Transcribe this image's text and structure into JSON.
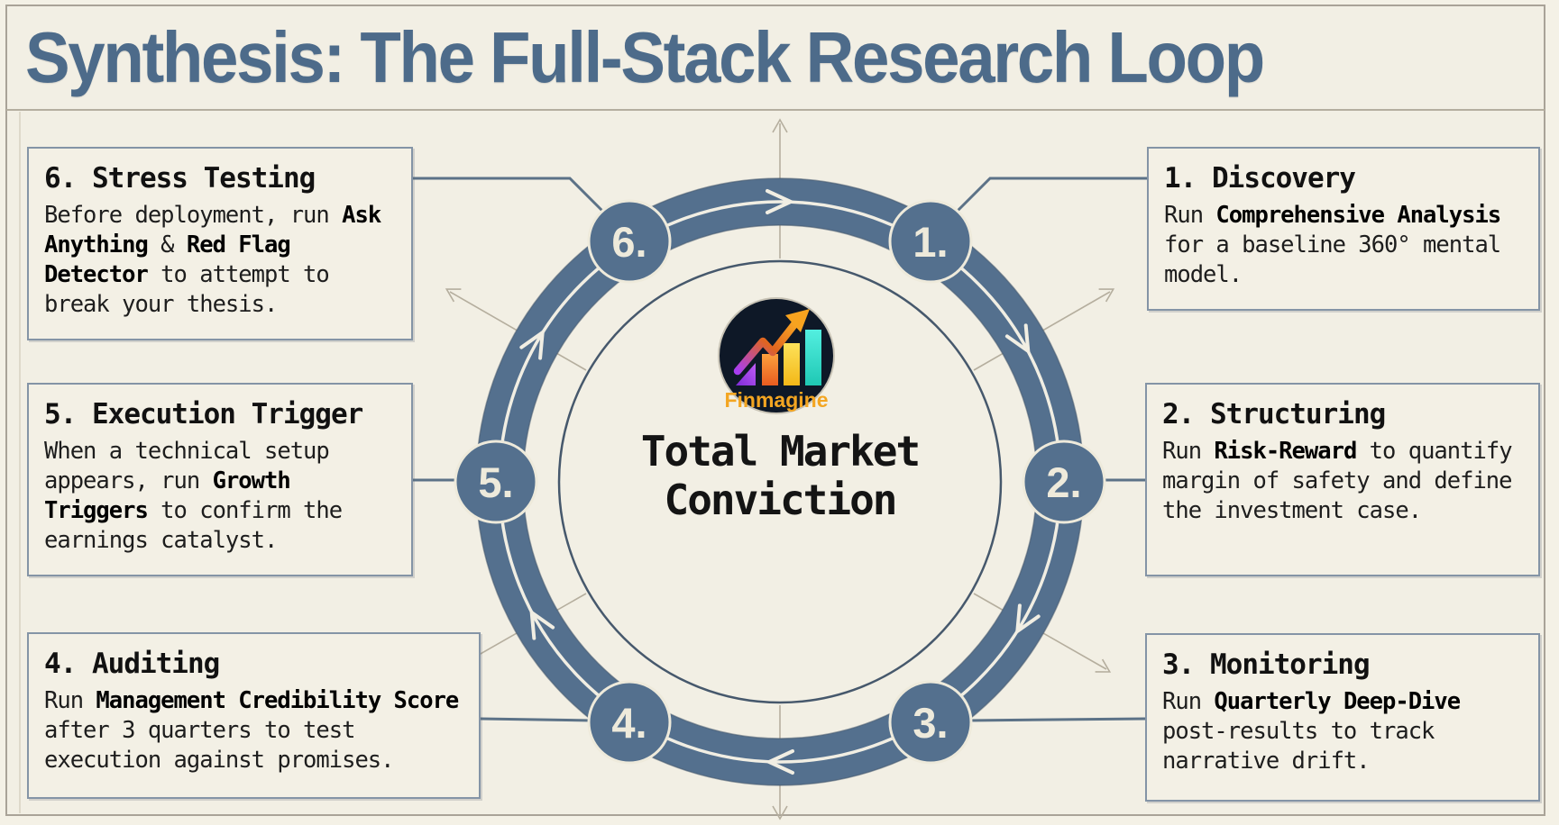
{
  "title": "Synthesis: The Full-Stack Research Loop",
  "diagram": {
    "flow_direction": "clockwise",
    "center": {
      "logo_text": "Finmagine",
      "line1": "Total Market",
      "line2": "Conviction"
    },
    "nodes": [
      {
        "label": "1."
      },
      {
        "label": "2."
      },
      {
        "label": "3."
      },
      {
        "label": "4."
      },
      {
        "label": "5."
      },
      {
        "label": "6."
      }
    ]
  },
  "boxes": [
    {
      "title": "1. Discovery",
      "desc": [
        {
          "t": "Run "
        },
        {
          "t": "Comprehensive Analysis",
          "b": true
        },
        {
          "t": " for a baseline 360° mental model."
        }
      ]
    },
    {
      "title": "2. Structuring",
      "desc": [
        {
          "t": "Run "
        },
        {
          "t": "Risk-Reward",
          "b": true
        },
        {
          "t": " to quantify margin of safety and define the investment case."
        }
      ]
    },
    {
      "title": "3. Monitoring",
      "desc": [
        {
          "t": "Run "
        },
        {
          "t": "Quarterly Deep-Dive",
          "b": true
        },
        {
          "t": " post-results to track narrative drift."
        }
      ]
    },
    {
      "title": "4. Auditing",
      "desc": [
        {
          "t": "Run "
        },
        {
          "t": "Management Credibility Score",
          "b": true
        },
        {
          "t": " after 3 quarters to test execution against promises."
        }
      ]
    },
    {
      "title": "5. Execution Trigger",
      "desc": [
        {
          "t": "When a technical setup appears, run "
        },
        {
          "t": "Growth Triggers",
          "b": true
        },
        {
          "t": " to confirm the earnings catalyst."
        }
      ]
    },
    {
      "title": "6. Stress Testing",
      "desc": [
        {
          "t": "Before deployment, run "
        },
        {
          "t": "Ask Anything",
          "b": true
        },
        {
          "t": " & "
        },
        {
          "t": "Red Flag Detector",
          "b": true
        },
        {
          "t": " to attempt to break your thesis."
        }
      ]
    }
  ],
  "colors": {
    "background": "#f2efe4",
    "ring": "#54708e",
    "ring_centerline": "#f1eee3",
    "node_fill": "#54708e",
    "node_text": "#eeeadb",
    "title_text": "#4d6b8a",
    "body_text": "#151515",
    "box_border": "#8494a6",
    "connector": "#5c7287",
    "spoke": "#b5ae9e",
    "inner_circle": "#46586c",
    "logo_background": "#0e1827",
    "logo_text": "#f3a521",
    "logo_purple": "#a83df2",
    "logo_orange": "#f4731f",
    "logo_yellow": "#f8c822",
    "logo_teal": "#2bd4c0"
  }
}
